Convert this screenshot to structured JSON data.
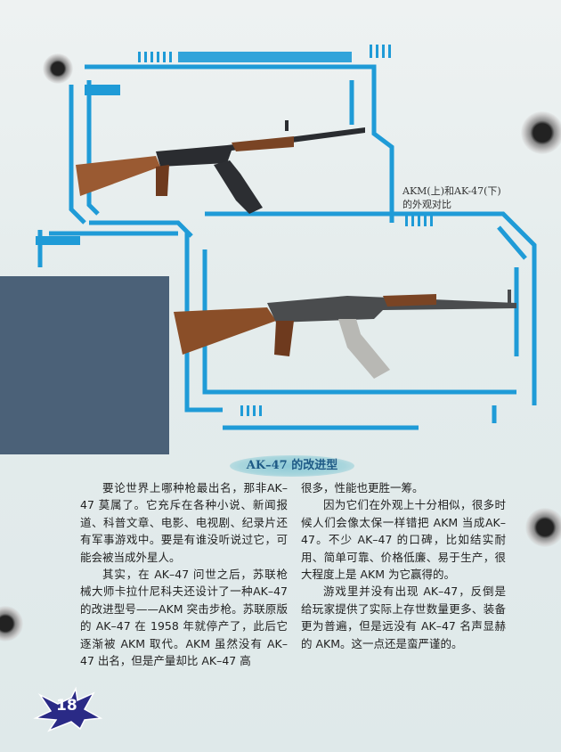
{
  "figure": {
    "caption_line1": "AKM(上)和AK-47(下)",
    "caption_line2": "的外观对比"
  },
  "section": {
    "title": "AK–47 的改进型"
  },
  "body": {
    "paragraphs": [
      "要论世界上哪种枪最出名，那非AK–47 莫属了。它充斥在各种小说、新闻报道、科普文章、电影、电视剧、纪录片还有军事游戏中。要是有谁没听说过它，可能会被当成外星人。",
      "其实，在 AK–47 问世之后，苏联枪械大师卡拉什尼科夫还设计了一种AK–47 的改进型号——AKM 突击步枪。苏联原版的 AK–47 在 1958 年就停产了，此后它逐渐被 AKM 取代。AKM 虽然没有 AK–47 出名，但是产量却比 AK–47 高",
      "很多，性能也更胜一筹。",
      "因为它们在外观上十分相似，很多时候人们会像太保一样错把 AKM 当成AK–47。不少 AK–47 的口碑，比如结实耐用、简单可靠、价格低廉、易于生产，很大程度上是 AKM 为它赢得的。",
      "游戏里并没有出现 AK–47，反倒是给玩家提供了实际上存世数量更多、装备更为普遍，但是远没有 AK–47 名声显赫的 AKM。这一点还是蛮严谨的。"
    ]
  },
  "footer": {
    "page_number": "18"
  },
  "colors": {
    "frame_blue": "#1f9bd7",
    "slate": "#4b6178",
    "badge": "#2a2a86"
  }
}
